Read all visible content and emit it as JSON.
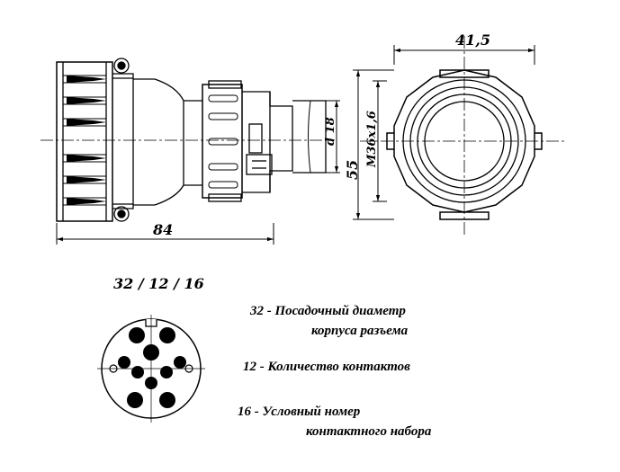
{
  "dimensions": {
    "length": "84",
    "width": "41,5",
    "height": "55",
    "thread": "M36x1,6",
    "cable_diameter": "d 18"
  },
  "code": {
    "label": "32 / 12 / 16"
  },
  "legend": [
    {
      "num": "32",
      "sep": "-",
      "line1": "Посадочный диаметр",
      "line2": "корпуса разъема"
    },
    {
      "num": "12",
      "sep": "-",
      "line1": "Количество контактов",
      "line2": ""
    },
    {
      "num": "16",
      "sep": "-",
      "line1": "Условный номер",
      "line2": "контактного набора"
    }
  ]
}
